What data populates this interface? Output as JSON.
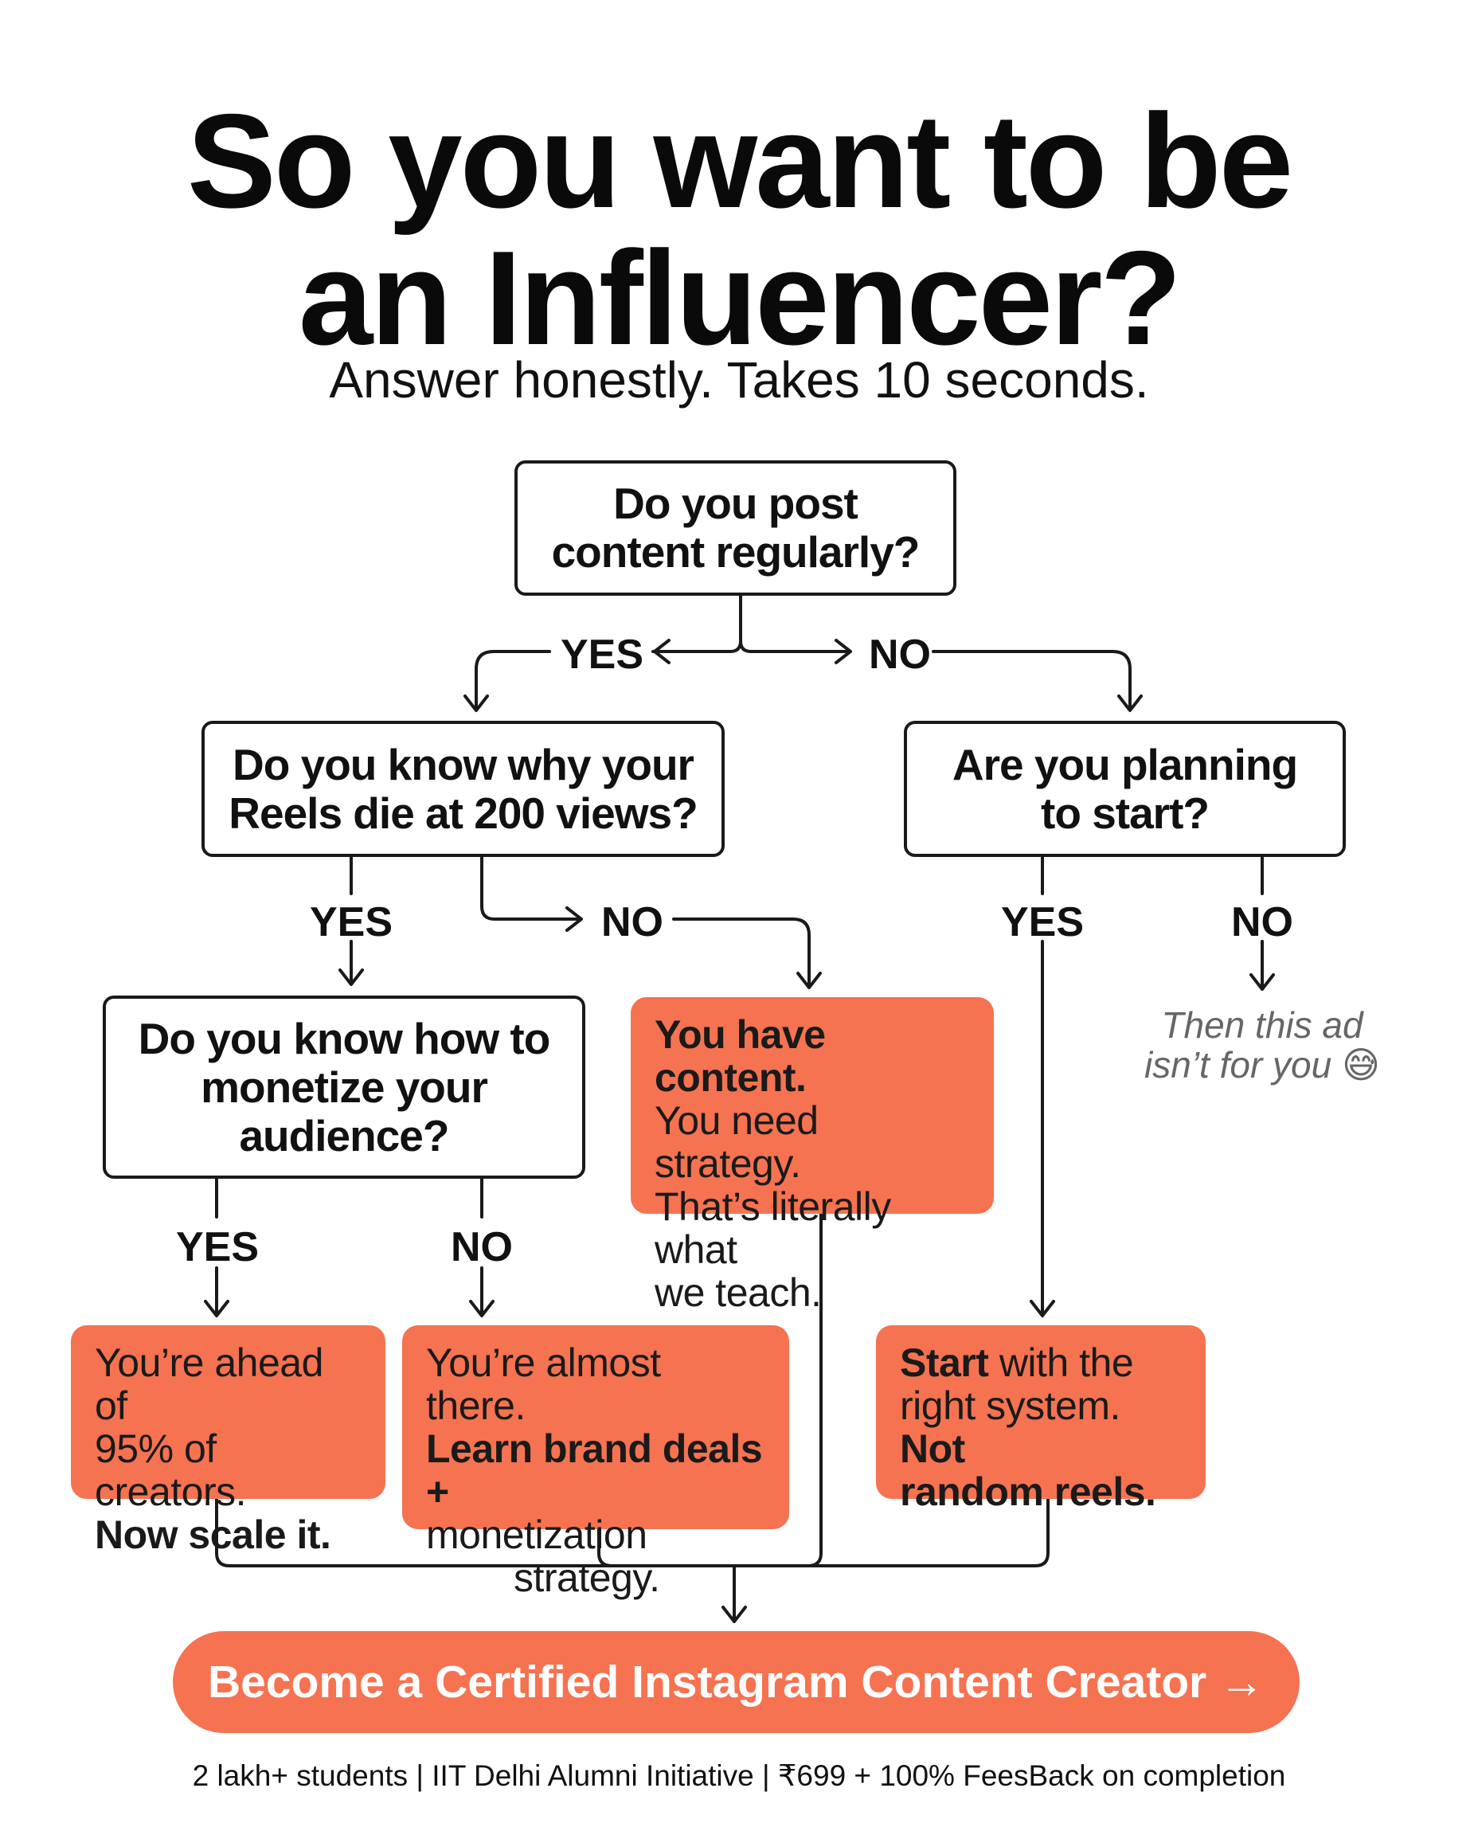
{
  "header": {
    "title_line1": "So you want to be",
    "title_line2": "an Influencer?",
    "subtitle": "Answer honestly. Takes 10 seconds."
  },
  "questions": {
    "q1": [
      "Do you post",
      "content regularly?"
    ],
    "q2": [
      "Do you know why your",
      "Reels die at 200 views?"
    ],
    "q3": [
      "Are you planning",
      "to start?"
    ],
    "q4": [
      "Do you know how to",
      "monetize your",
      "audience?"
    ]
  },
  "labels": {
    "yes": "YES",
    "no": "NO"
  },
  "results": {
    "content_strategy": {
      "bold": "You have content.",
      "rest": [
        "You need strategy.",
        "That’s literally what",
        "we teach."
      ]
    },
    "ahead": {
      "line1": "You’re ahead of",
      "line2": "95% of creators.",
      "bold": "Now scale it."
    },
    "almost": {
      "line1": "You’re almost there.",
      "bold": "Learn brand deals +",
      "line3": "monetization",
      "line4": "strategy."
    },
    "start": {
      "bold1": "Start",
      "text1": " with the",
      "text2": "right system. ",
      "bold2": "Not",
      "bold3": "random reels."
    }
  },
  "note": {
    "line1": "Then this ad",
    "line2": "isn’t for you",
    "emoji": "😅"
  },
  "cta": {
    "label": "Become a Certified Instagram Content Creator →"
  },
  "footer": {
    "text": "2 lakh+ students | IIT Delhi Alumni Initiative | ₹699 + 100% FeesBack on completion"
  },
  "colors": {
    "accent": "#f57351",
    "line": "#1a1a1a"
  }
}
